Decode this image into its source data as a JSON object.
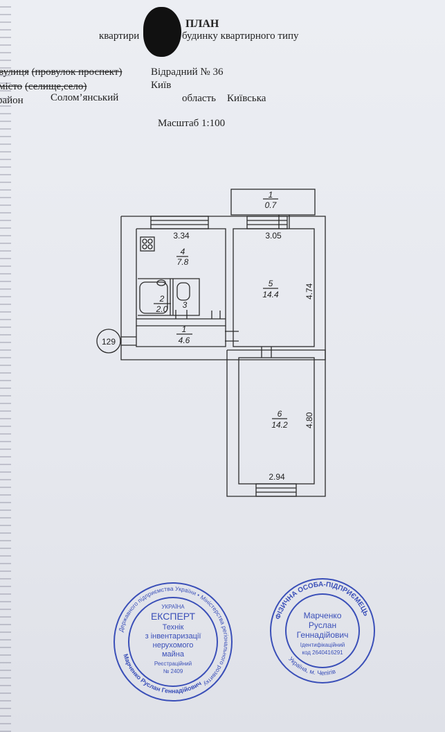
{
  "header": {
    "title": "ПЛАН",
    "line1_left": "квартири",
    "line1_right": "будинку квартирного типу",
    "street_label_a": "вулиця",
    "street_label_b": "(провулок проспект)",
    "street_value": "Відрадний  № 36",
    "city_label_a": "місто",
    "city_label_b": "(селище,село)",
    "city_value": "Київ",
    "district_label": "район",
    "district_value": "Солом’янський",
    "region_label": "область",
    "region_value": "Київська",
    "scale": "Масштаб 1:100"
  },
  "plan": {
    "balcony": {
      "num": "1",
      "area": "0.7"
    },
    "room4": {
      "num": "4",
      "area": "7.8",
      "dim_top": "3.34"
    },
    "room5": {
      "num": "5",
      "area": "14.4",
      "dim_top": "3.05",
      "dim_side": "4.74"
    },
    "room2": {
      "num": "2",
      "area": "2.0"
    },
    "room3": {
      "num": "3"
    },
    "room1": {
      "num": "1",
      "area": "4.6"
    },
    "room6": {
      "num": "6",
      "area": "14.2",
      "dim_side": "4.80",
      "dim_bottom": "2.94"
    },
    "apartment_no": "129"
  },
  "stamps": {
    "left": {
      "ring_top": "Державного підприємства України • Міністерства регіонального розвитку",
      "ring_bottom": "Марченко Руслан Геннадійович",
      "country": "УКРАЇНА",
      "head": "ЕКСПЕРТ",
      "lines": [
        "Технік",
        "з інвентаризації",
        "нерухомого",
        "майна"
      ],
      "reg_label": "Реєстраційний",
      "reg_no": "№ 2409"
    },
    "right": {
      "ring": "ФІЗИЧНА ОСОБА-ПІДПРИЄМЕЦЬ",
      "ring_bottom": "Україна, м. Чепігів",
      "name_lines": [
        "Марченко",
        "Руслан",
        "Геннадійович"
      ],
      "id_label": "Ідентифікаційний",
      "id_code": "код 2640416291"
    }
  },
  "colors": {
    "ink": "#222222",
    "stamp": "#3a4fb8",
    "paper": "#e9eaf0"
  }
}
